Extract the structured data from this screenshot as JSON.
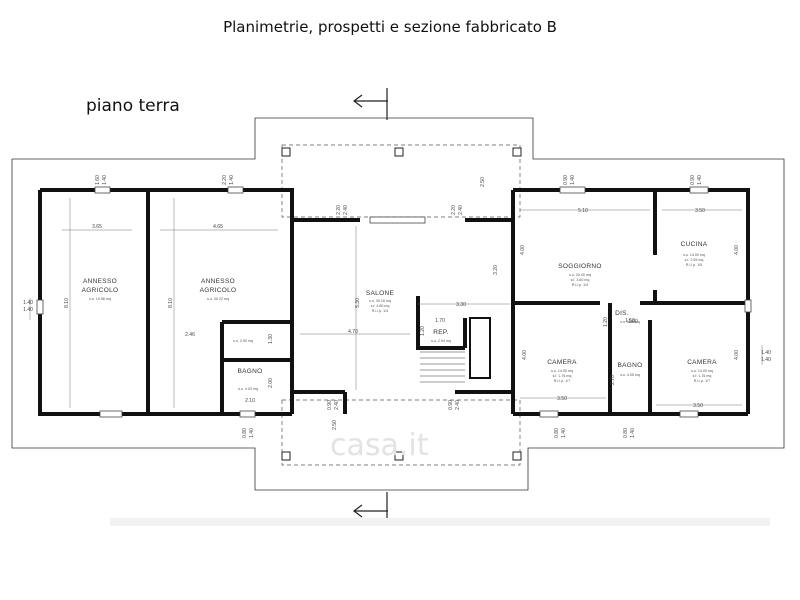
{
  "header": {
    "title": "Planimetrie, prospetti e sezione fabbricato B",
    "floor_label": "piano terra"
  },
  "rooms": {
    "annesso1": {
      "name": [
        "ANNESSO",
        "AGRICOLO"
      ],
      "area": "s.u. 19.56 mq"
    },
    "annesso2": {
      "name": [
        "ANNESSO",
        "AGRICOLO"
      ],
      "area": "s.u. 30.22 mq"
    },
    "bagno1": {
      "name": "BAGNO",
      "area": "s.u. 4.03 mq"
    },
    "small_room": {
      "area": "s.u. 2.90 mq"
    },
    "salone": {
      "name": "SALONE",
      "area": [
        "s.u. 39.18 mq",
        "s.f. 4.80 mq",
        "R.I.l.p. 1/4"
      ]
    },
    "rep": {
      "name": "REP.",
      "area": "s.u. 2.94 mq"
    },
    "soggiorno": {
      "name": "SOGGIORNO",
      "area": [
        "s.u. 20.40 mq",
        "s.f. 3.60 mq",
        "R.I.l.p. 1/4"
      ]
    },
    "cucina": {
      "name": "CUCINA",
      "area": [
        "s.u. 14.00 mq",
        "s.f. 2.69 mq",
        "R.I.l.p. 1/5"
      ]
    },
    "dis": {
      "name": "DIS.",
      "area": "s.u. 1.50 mq"
    },
    "camera1": {
      "name": "CAMERA",
      "area": [
        "s.u. 14.00 mq",
        "s.f. 1.76 mq",
        "R.I.l.p. 1/7"
      ]
    },
    "bagno2": {
      "name": "BAGNO",
      "area": "s.u. 4.05 mq"
    },
    "camera2": {
      "name": "CAMERA",
      "area": [
        "s.u. 14.00 mq",
        "s.f. 1.76 mq",
        "R.I.l.p. 1/7"
      ]
    }
  },
  "dimensions": {
    "annesso1_w": "3.65",
    "annesso2_w": "4.65",
    "annesso_h": "8.10",
    "d_246": "2.46",
    "d_130": "1.30",
    "d_200": "2.00",
    "d_210": "2.10",
    "salone_h": "5.30",
    "salone_w": "4.70",
    "rep_w": "1.70",
    "rep_h": "1.20",
    "d_330": "3.30",
    "d_320": "3.20",
    "d_250": "2.50",
    "d_250b": "2.50",
    "soggiorno_w": "5.10",
    "cucina_w": "3.50",
    "soggiorno_h": "4.00",
    "cucina_h": "4.00",
    "dis_w": "1.00",
    "camera1_w": "3.50",
    "camera1_h": "4.00",
    "camera2_w": "3.50",
    "camera2_h": "4.00",
    "bagno2_h": "2.70",
    "bagno2_w": "1.50",
    "win_a": "1.60",
    "win_b": "1.40",
    "win_c": "2.20",
    "win_d": "1.40",
    "win_e": "0.90",
    "win_f": "2.40",
    "win_g": "1.40",
    "win_h": "0.80",
    "side_l": "1.40",
    "side_r": "1.40"
  },
  "watermark": "casa.it"
}
